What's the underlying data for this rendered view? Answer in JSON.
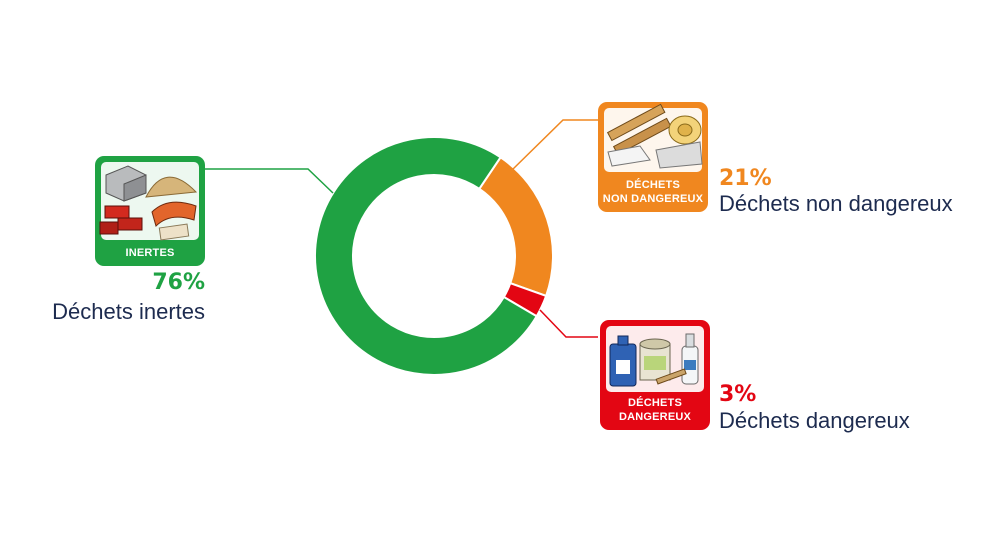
{
  "chart_data": {
    "type": "pie",
    "variant": "donut",
    "title": "",
    "slices": [
      {
        "key": "inertes",
        "value": 76,
        "percent_label": "76%",
        "label": "Déchets inertes",
        "icon_text": [
          "INERTES"
        ],
        "icon": "inert-waste-icon",
        "color": "#1fa243"
      },
      {
        "key": "non-dangereux",
        "value": 21,
        "percent_label": "21%",
        "label": "Déchets non dangereux",
        "icon_text": [
          "DÉCHETS",
          "NON DANGEREUX"
        ],
        "icon": "non-hazardous-waste-icon",
        "color": "#f0871f"
      },
      {
        "key": "dangereux",
        "value": 3,
        "percent_label": "3%",
        "label": "Déchets dangereux",
        "icon_text": [
          "DÉCHETS",
          "DANGEREUX"
        ],
        "icon": "hazardous-waste-icon",
        "color": "#e30613"
      }
    ],
    "label_color": "#1d2b4f",
    "leader_line_colors": {
      "inertes": "#1fa243",
      "non-dangereux": "#f0871f",
      "dangereux": "#e30613"
    }
  }
}
